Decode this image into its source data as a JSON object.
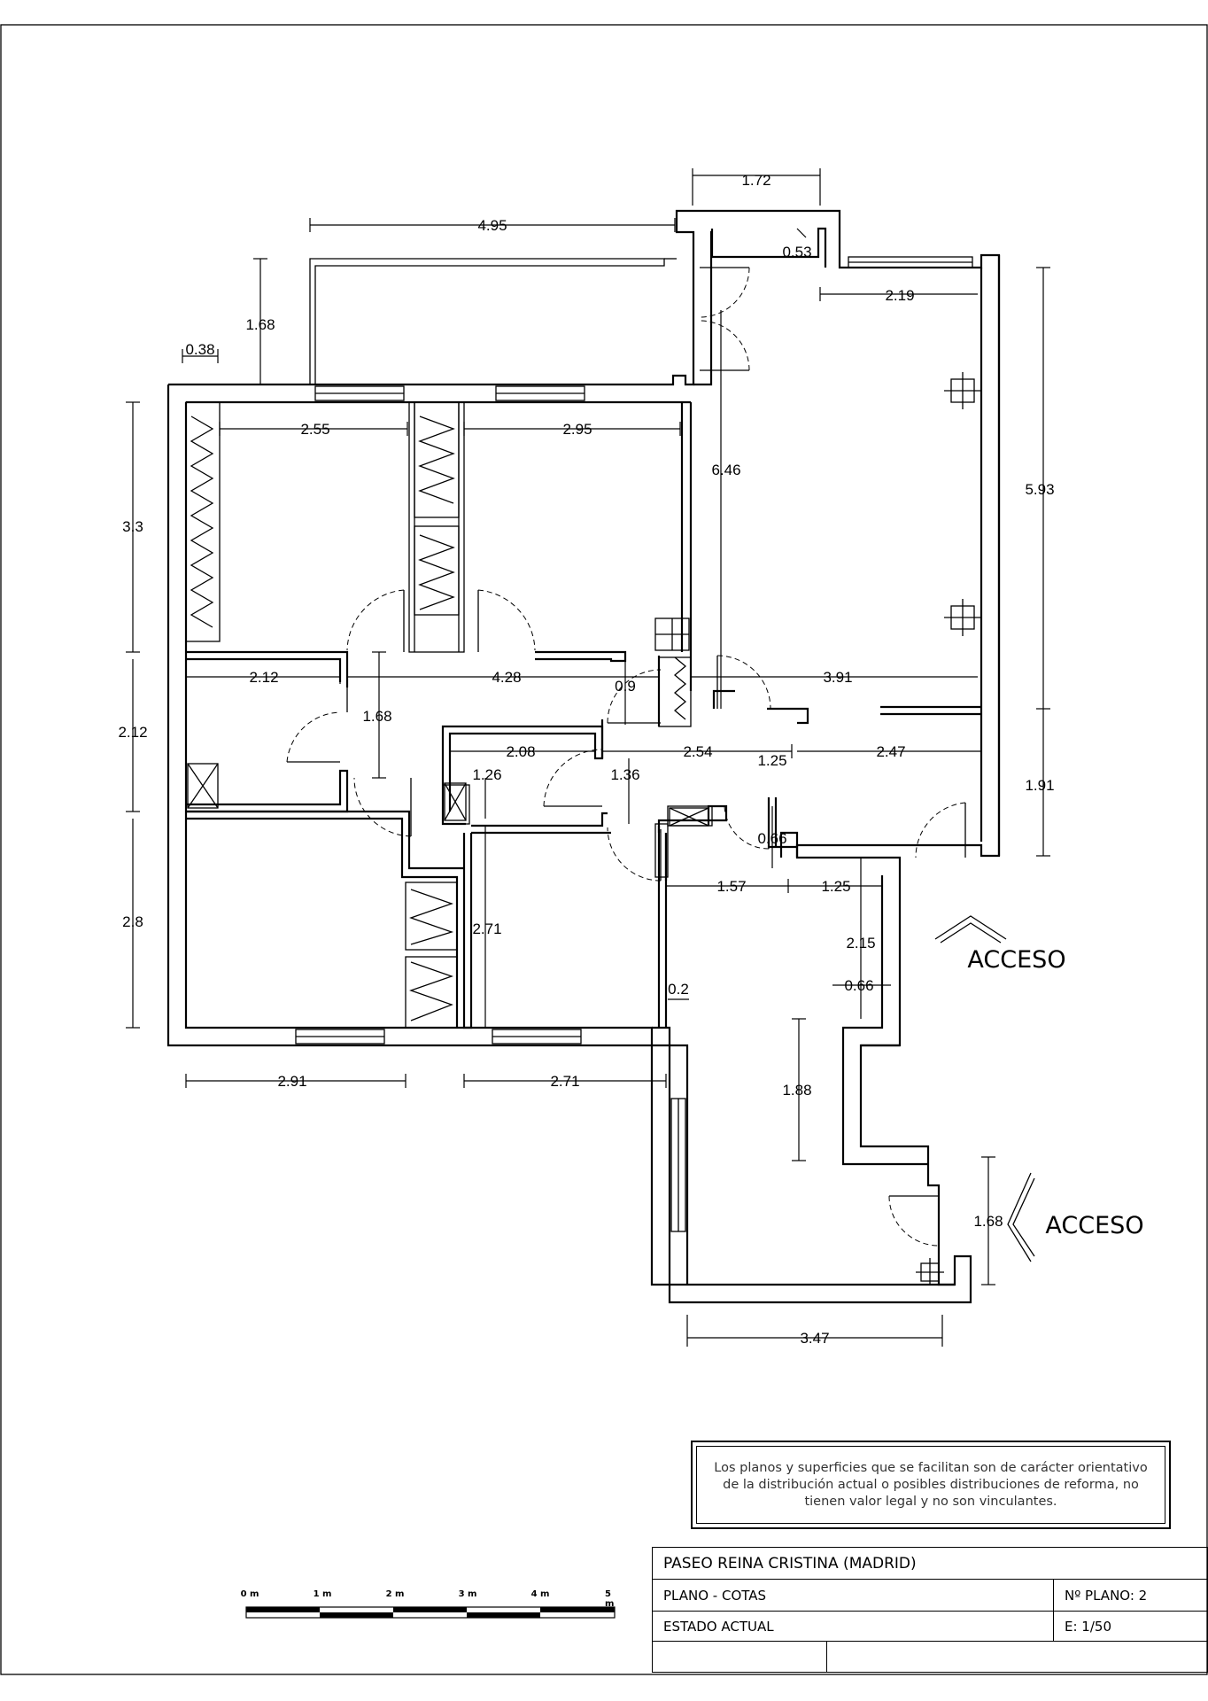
{
  "dimensions": {
    "d1": "1.72",
    "d2": "4.95",
    "d3": "0.53",
    "d4": "2.19",
    "d5": "1.68",
    "d6": "0.38",
    "d7": "2.55",
    "d8": "2.95",
    "d9": "6.46",
    "d10": "5.93",
    "d11": "3.3",
    "d12": "2.12",
    "d13": "4.28",
    "d14": "0.9",
    "d15": "3.91",
    "d16": "2.12",
    "d17": "1.68",
    "d18": "2.08",
    "d19": "2.54",
    "d20": "1.25",
    "d21": "2.47",
    "d22": "1.26",
    "d23": "1.36",
    "d24": "1.91",
    "d25": "0.66",
    "d26": "1.57",
    "d27": "1.25",
    "d28": "2.8",
    "d29": "2.71",
    "d30": "2.15",
    "d31": "0.66",
    "d32": "0.2",
    "d33": "2.91",
    "d34": "2.71",
    "d35": "1.88",
    "d36": "1.68",
    "d37": "3.47"
  },
  "labels": {
    "access_top": "ACCESO",
    "access_bottom": "ACCESO"
  },
  "note": "Los planos y superficies que se facilitan son de carácter orientativo de la distribución actual o posibles distribuciones de reforma, no tienen valor legal y no son vinculantes.",
  "title_block": {
    "project": "PASEO REINA CRISTINA   (MADRID)",
    "sheet_type": "PLANO   -  COTAS",
    "sheet_number": "Nº PLANO:  2",
    "status": "ESTADO  ACTUAL",
    "scale": "E: 1/50"
  },
  "scale_bar": {
    "labels": [
      "0 m",
      "1 m",
      "2 m",
      "3 m",
      "4 m",
      "5 m"
    ]
  }
}
